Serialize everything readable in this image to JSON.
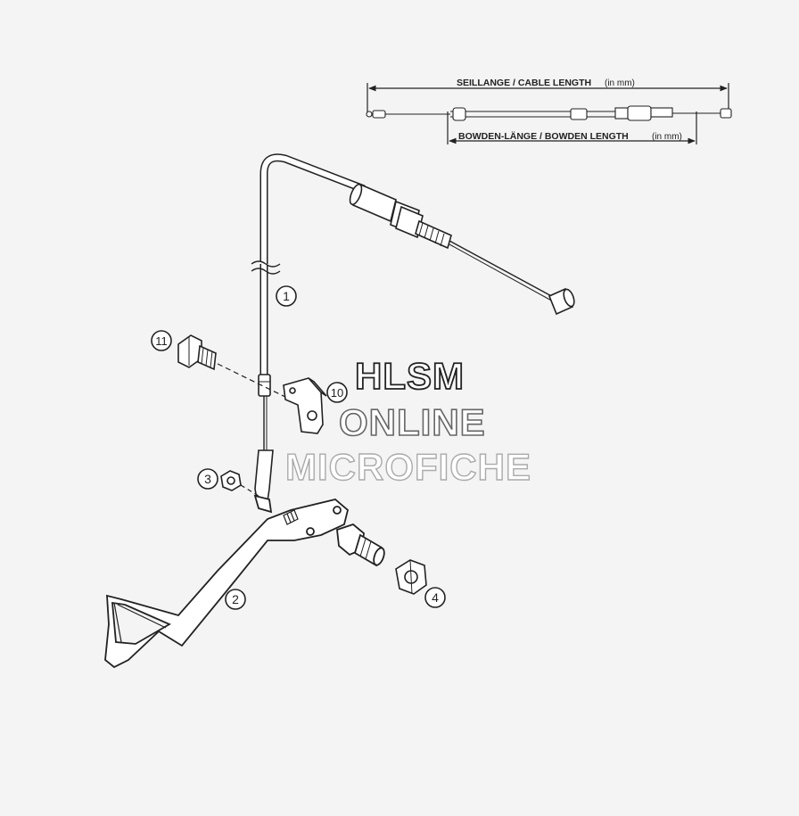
{
  "dimension": {
    "cable_length_label": "SEILLANGE / CABLE LENGTH",
    "cable_length_unit": "(in mm)",
    "bowden_length_label": "BOWDEN-LÄNGE / BOWDEN LENGTH",
    "bowden_length_unit": "(in mm)"
  },
  "callouts": [
    "1",
    "2",
    "3",
    "4",
    "10",
    "11"
  ],
  "watermark": {
    "line1": "HLSM",
    "line2": "ONLINE",
    "line3": "MICROFICHE"
  },
  "colors": {
    "background": "#f4f4f4",
    "ink": "#222222",
    "part_fill": "#ffffff"
  }
}
